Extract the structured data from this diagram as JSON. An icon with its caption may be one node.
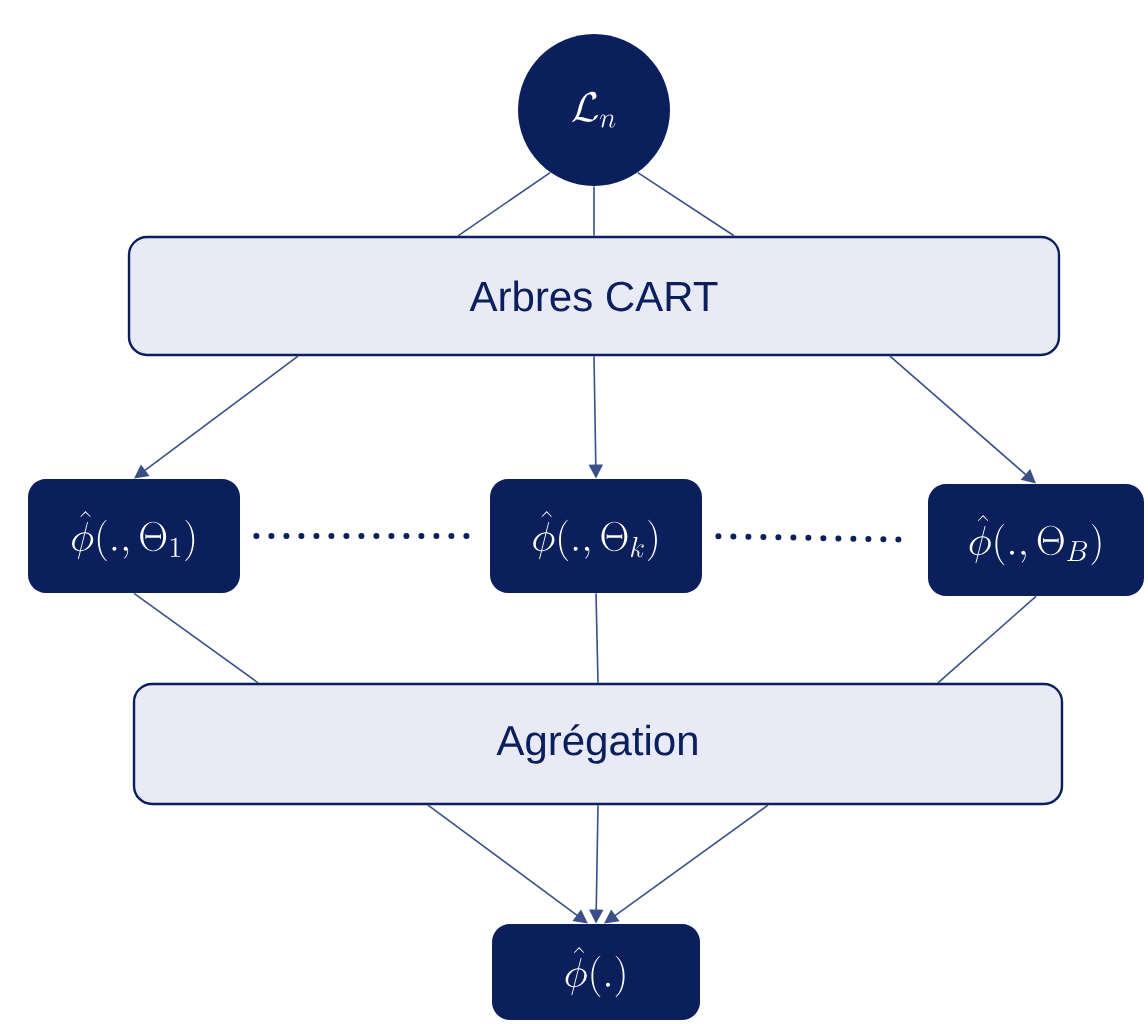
{
  "diagram": {
    "nodes": [
      {
        "text": [
          "\\mathcal{L}_n"
        ]
      },
      {
        "text": [
          "Arbres CART"
        ]
      },
      {
        "text": [
          "\\hat{\\phi}(.,\\Theta_1)"
        ]
      },
      {
        "text": [
          "\\hat{\\phi}(.,\\Theta_k)"
        ]
      },
      {
        "text": [
          "\\hat{\\phi}(.,\\Theta_B)"
        ]
      },
      {
        "text": [
          "Agrégation"
        ]
      },
      {
        "text": [
          "\\hat{\\phi}(.)"
        ]
      }
    ],
    "edges": [
      {
        "from": 0,
        "to": 1,
        "arrow": "none"
      },
      {
        "from": 0,
        "to": 1,
        "arrow": "none"
      },
      {
        "from": 0,
        "to": 1,
        "arrow": "none"
      },
      {
        "from": 1,
        "to": 2,
        "arrow": "to"
      },
      {
        "from": 1,
        "to": 3,
        "arrow": "to"
      },
      {
        "from": 1,
        "to": 4,
        "arrow": "to"
      },
      {
        "from": 2,
        "to": 3,
        "arrow": "none",
        "style": "dashed",
        "color": "#0a1f5c"
      },
      {
        "from": 3,
        "to": 4,
        "arrow": "none",
        "style": "dashed",
        "color": "#0a1f5c"
      },
      {
        "from": 2,
        "to": 5,
        "arrow": "none"
      },
      {
        "from": 3,
        "to": 5,
        "arrow": "none"
      },
      {
        "from": 4,
        "to": 5,
        "arrow": "none"
      },
      {
        "from": 5,
        "to": 6,
        "arrow": "to"
      },
      {
        "from": 5,
        "to": 6,
        "arrow": "to"
      },
      {
        "from": 5,
        "to": 6,
        "arrow": "to"
      }
    ]
  }
}
